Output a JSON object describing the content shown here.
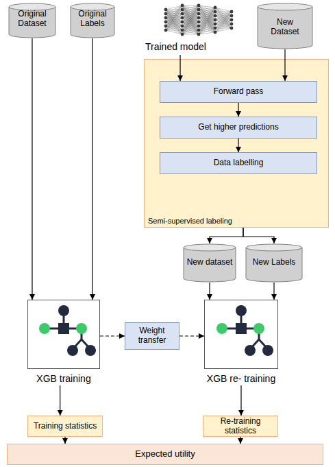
{
  "diagram": {
    "nodes": [
      {
        "text": [
          "Original Dataset"
        ]
      },
      {
        "text": [
          "Original Labels"
        ]
      },
      {
        "text": [
          "Trained model"
        ]
      },
      {
        "text": [
          "New Dataset"
        ]
      },
      {
        "text": [
          "Semi-supervised labeling"
        ]
      },
      {
        "text": [
          "Forward pass"
        ],
        "in": 4
      },
      {
        "text": [
          "Get higher predictions"
        ],
        "in": 4
      },
      {
        "text": [
          "Data labelling"
        ],
        "in": 4
      },
      {
        "text": [
          "New dataset"
        ]
      },
      {
        "text": [
          "New Labels"
        ]
      },
      {
        "text": [
          "XGB training"
        ]
      },
      {
        "text": [
          "Weight transfer"
        ]
      },
      {
        "text": [
          "XGB re- training"
        ]
      },
      {
        "text": [
          "Training statistics"
        ]
      },
      {
        "text": [
          "Re-training statistics"
        ]
      },
      {
        "text": [
          "Expected utility"
        ]
      }
    ],
    "edges": [
      {
        "from": 0,
        "to": 10,
        "arrow": "to"
      },
      {
        "from": 1,
        "to": 10,
        "arrow": "to"
      },
      {
        "from": 2,
        "to": 5,
        "arrow": "to"
      },
      {
        "from": 3,
        "to": 5,
        "arrow": "to"
      },
      {
        "from": 5,
        "to": 6,
        "arrow": "to"
      },
      {
        "from": 6,
        "to": 7,
        "arrow": "to"
      },
      {
        "from": 4,
        "to": 8,
        "arrow": "to"
      },
      {
        "from": 4,
        "to": 9,
        "arrow": "to"
      },
      {
        "from": 8,
        "to": 12,
        "arrow": "to"
      },
      {
        "from": 9,
        "to": 12,
        "arrow": "to"
      },
      {
        "from": 10,
        "to": 11,
        "arrow": "to"
      },
      {
        "from": 11,
        "to": 12,
        "arrow": "to"
      },
      {
        "from": 10,
        "to": 13,
        "arrow": "to"
      },
      {
        "from": 12,
        "to": 14,
        "arrow": "to"
      },
      {
        "from": 13,
        "to": 15,
        "arrow": "to"
      },
      {
        "from": 14,
        "to": 15,
        "arrow": "to"
      }
    ]
  }
}
